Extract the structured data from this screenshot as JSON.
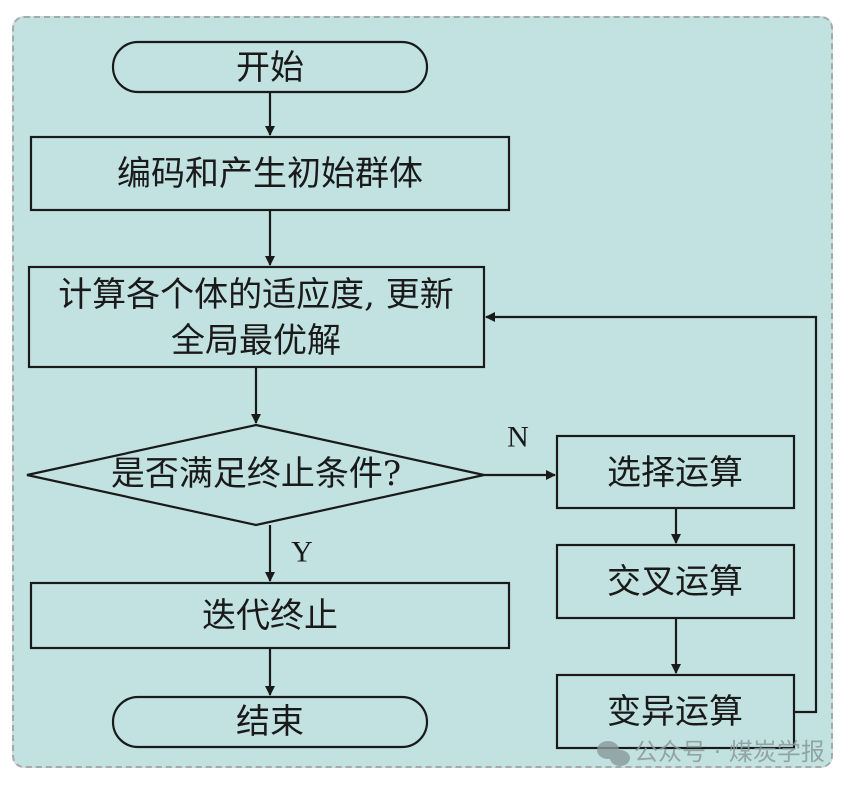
{
  "diagram": {
    "type": "flowchart",
    "nodes": {
      "start": "开始",
      "init": "编码和产生初始群体",
      "evaluate_line1": "计算各个体的适应度, 更新",
      "evaluate_line2": "全局最优解",
      "decision": "是否满足终止条件?",
      "terminate": "迭代终止",
      "end": "结束",
      "selection": "选择运算",
      "crossover": "交叉运算",
      "mutation": "变异运算"
    },
    "branch_labels": {
      "no": "N",
      "yes": "Y"
    },
    "edges": [
      [
        "start",
        "init"
      ],
      [
        "init",
        "evaluate"
      ],
      [
        "evaluate",
        "decision"
      ],
      [
        "decision",
        "selection",
        "N"
      ],
      [
        "decision",
        "terminate",
        "Y"
      ],
      [
        "terminate",
        "end"
      ],
      [
        "selection",
        "crossover"
      ],
      [
        "crossover",
        "mutation"
      ],
      [
        "mutation",
        "evaluate"
      ]
    ]
  },
  "watermark": {
    "text": "公众号 · 煤炭学报",
    "icon": "wechat-icon"
  },
  "colors": {
    "background": "#c1e2e1",
    "stroke": "#1a1a1a",
    "frame_border": "#a8a8a8"
  }
}
